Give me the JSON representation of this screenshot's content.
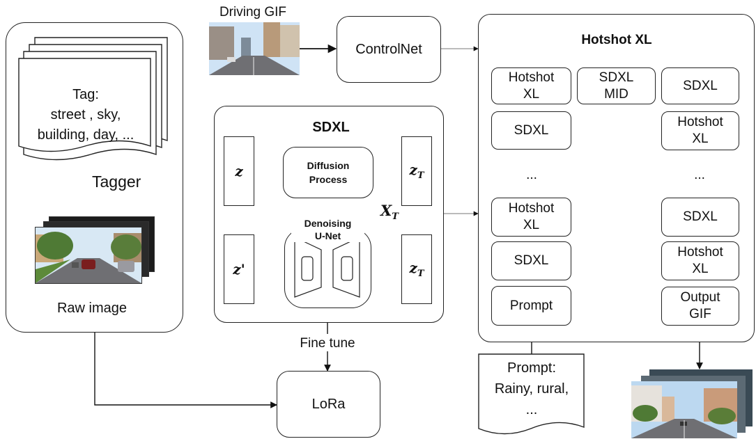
{
  "raw_panel": {
    "tag_title": "Tag:",
    "tag_line1": "street , sky,",
    "tag_line2": "building, day, ...",
    "tagger_label": "Tagger",
    "raw_image_label": "Raw image"
  },
  "driving": {
    "gif_label": "Driving GIF",
    "controlnet_label": "ControlNet"
  },
  "sdxl_panel": {
    "title": "SDXL",
    "z": "z",
    "z_prime": "z'",
    "zT_top": "z",
    "zT_bottom": "z",
    "subscript_T": "T",
    "XT": "X",
    "diffusion_line1": "Diffusion",
    "diffusion_line2": "Process",
    "denoising_line1": "Denoising",
    "denoising_line2": "U-Net",
    "fine_tune_label": "Fine tune",
    "lora_label": "LoRa"
  },
  "hotshot_panel": {
    "title": "Hotshot XL",
    "left_column": [
      "Hotshot XL",
      "SDXL",
      "...",
      "Hotshot XL",
      "SDXL",
      "Prompt"
    ],
    "mid_block": "SDXL MID",
    "right_column": [
      "SDXL",
      "Hotshot XL",
      "...",
      "SDXL",
      "Hotshot XL",
      "Output GIF"
    ]
  },
  "prompt_doc": {
    "line1": "Prompt:",
    "line2": "Rainy, rural,",
    "line3": "..."
  },
  "colors": {
    "sky": "#cfe3f5",
    "road": "#6f6f73",
    "grass": "#5d8a3a",
    "building": "#b89a7a"
  }
}
